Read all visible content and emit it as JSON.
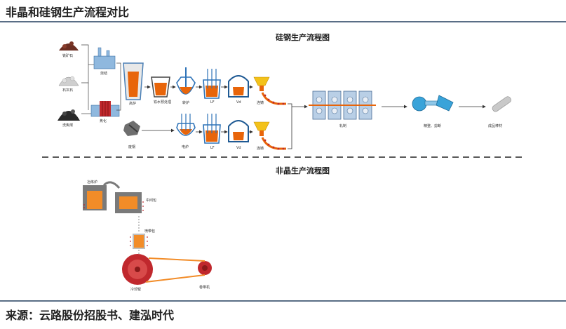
{
  "header": {
    "title": "非晶和硅钢生产流程对比"
  },
  "footer": {
    "source": "来源：云路股份招股书、建泓时代"
  },
  "silicon_steel": {
    "title": "硅钢生产流程图",
    "labels": {
      "iron_ore": "铁矿石",
      "limestone": "石灰石",
      "coking_coal": "洗焦煤",
      "sinter": "烧结",
      "coke": "焦化",
      "blast_furnace": "高炉",
      "hot_metal_pretreat": "铁水预处理",
      "converter": "转炉",
      "lf1": "LF",
      "vd1": "Vd",
      "caster1": "连铸",
      "scrap": "废钢",
      "eaf": "电炉",
      "lf2": "LF",
      "vd2": "Vd",
      "caster2": "连铸",
      "rolling": "轧制",
      "finishing": "精整、剪断",
      "product": "成品棒材"
    }
  },
  "amorphous": {
    "title": "非晶生产流程图",
    "labels": {
      "melting_furnace": "冶炼炉",
      "intermediate_ladle": "中间包",
      "nozzle_pack": "喷带包",
      "cooling_roll": "冷却辊",
      "winder": "卷带机"
    }
  }
}
